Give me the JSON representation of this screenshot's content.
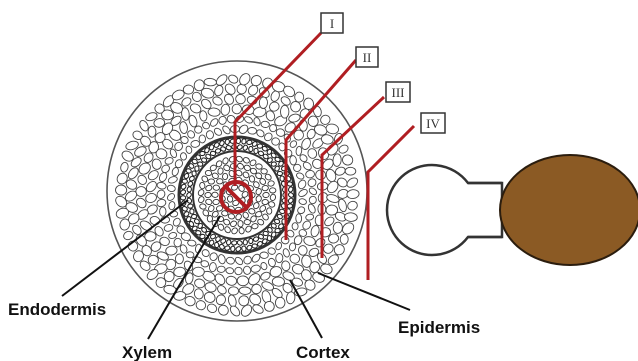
{
  "markers": [
    {
      "id": "I",
      "text": "I"
    },
    {
      "id": "II",
      "text": "II"
    },
    {
      "id": "III",
      "text": "III"
    },
    {
      "id": "IV",
      "text": "IV"
    }
  ],
  "labels": {
    "endodermis": "Endodermis",
    "xylem": "Xylem",
    "cortex": "Cortex",
    "epidermis": "Epidermis"
  },
  "colors": {
    "path_line": "#b01e22",
    "soil_particle": "#8b5a24",
    "leader_line": "#111111",
    "cell_wall": "#444444"
  }
}
